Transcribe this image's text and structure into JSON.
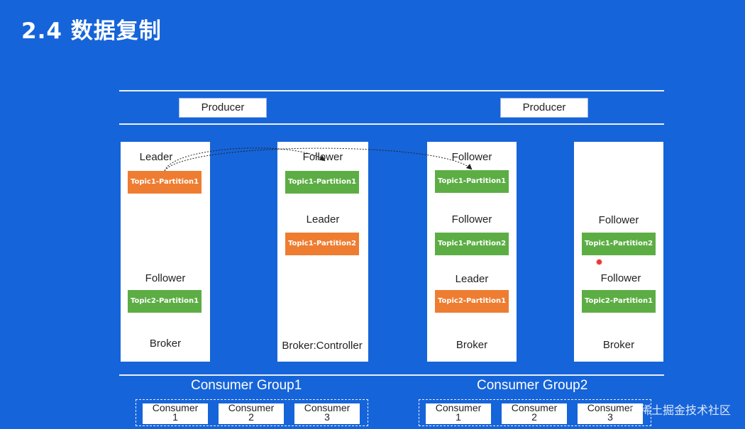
{
  "title": "2.4 数据复制",
  "producers": [
    "Producer",
    "Producer"
  ],
  "brokers": [
    {
      "label": "Broker",
      "roles": [
        "Leader",
        "Follower"
      ],
      "partitions": [
        "Topic1-Partition1",
        "Topic2-Partition1"
      ]
    },
    {
      "label": "Broker:Controller",
      "roles": [
        "Follower",
        "Leader"
      ],
      "partitions": [
        "Topic1-Partition1",
        "Topic1-Partition2"
      ]
    },
    {
      "label": "Broker",
      "roles": [
        "Follower",
        "Follower",
        "Leader"
      ],
      "partitions": [
        "Topic1-Partition1",
        "Topic1-Partition2",
        "Topic2-Partition1"
      ]
    },
    {
      "label": "Broker",
      "roles": [
        "Follower",
        "Follower"
      ],
      "partitions": [
        "Topic1-Partition2",
        "Topic2-Partition1"
      ]
    }
  ],
  "consumer_groups": [
    {
      "name": "Consumer Group1",
      "consumers": [
        {
          "label": "Consumer",
          "num": "1"
        },
        {
          "label": "Consumer",
          "num": "2"
        },
        {
          "label": "Consumer",
          "num": "3"
        }
      ]
    },
    {
      "name": "Consumer Group2",
      "consumers": [
        {
          "label": "Consumer",
          "num": "1"
        },
        {
          "label": "Consumer",
          "num": "2"
        },
        {
          "label": "Consumer",
          "num": "3"
        }
      ]
    }
  ],
  "colors": {
    "background": "#1664d9",
    "leader_partition": "#ee7d31",
    "follower_partition": "#5cae44"
  },
  "watermark": "@稀土掘金技术社区"
}
